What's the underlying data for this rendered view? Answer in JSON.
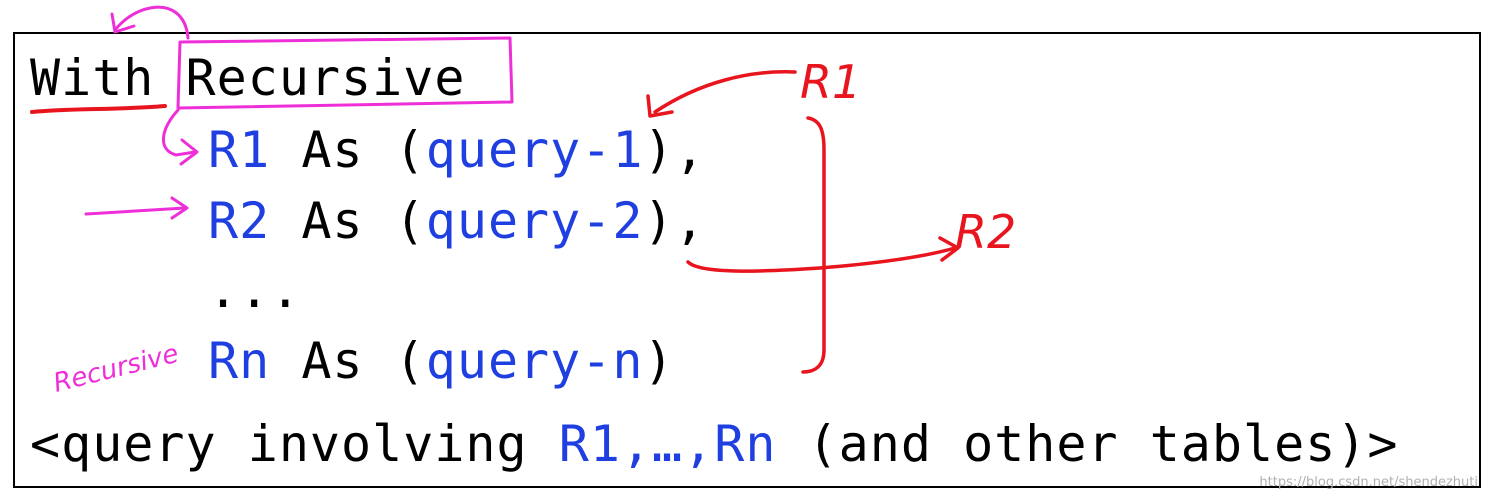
{
  "slide": {
    "line1": {
      "with": "With",
      "recursive": "Recursive"
    },
    "line2": {
      "rel": "R1",
      "as": " As (",
      "query": "query-1",
      "tail": "),"
    },
    "line3": {
      "rel": "R2",
      "as": " As (",
      "query": "query-2",
      "tail": "),"
    },
    "line4": {
      "text": "..."
    },
    "line5": {
      "rel": "Rn",
      "as": " As (",
      "query": "query-n",
      "tail": ")"
    },
    "line6": {
      "lead": "<query involving ",
      "rels": "R1,…,Rn",
      "tail": " (and other tables)>"
    }
  },
  "annotations": {
    "r1": "R1",
    "r2": "R2",
    "recursive": "Recursive"
  },
  "watermark": "https://blog.csdn.net/shendezhuti",
  "colors": {
    "code_blue": "#1f3fe0",
    "annotation_red": "#e8141e",
    "annotation_pink": "#ee2fd8"
  }
}
